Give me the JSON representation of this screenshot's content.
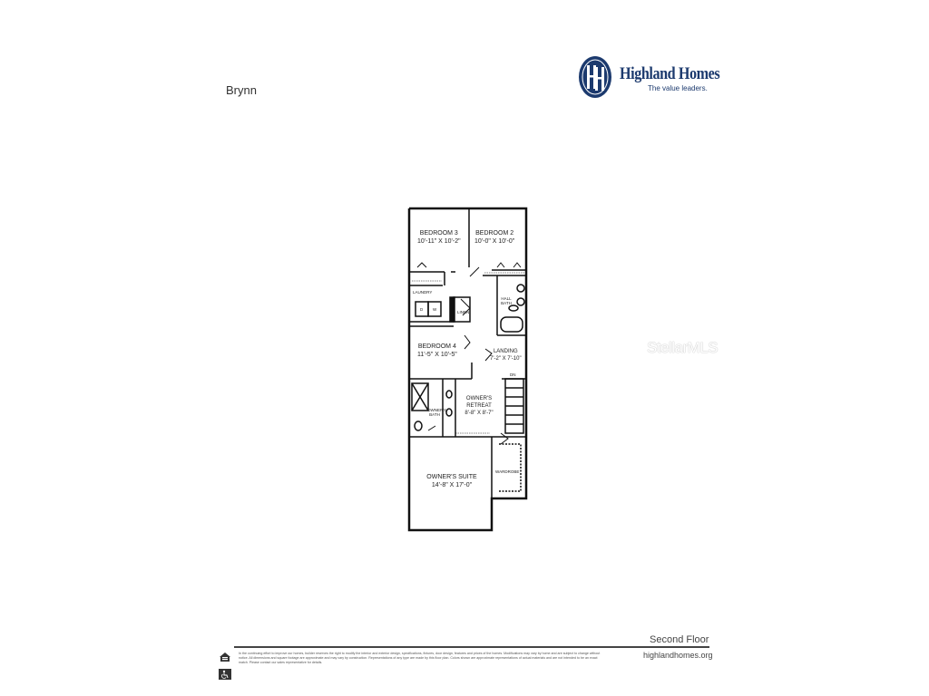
{
  "header": {
    "plan_name": "Brynn",
    "brand": {
      "logo_glyph": "HH",
      "name": "Highland Homes",
      "tagline": "The value leaders.",
      "color": "#1c3a6e"
    }
  },
  "watermark": "StellarMLS",
  "floor_plan": {
    "rooms": [
      {
        "name": "BEDROOM 3",
        "size": "10'-11\" X 10'-2\""
      },
      {
        "name": "BEDROOM 2",
        "size": "10'-0\" X 10'-0\""
      },
      {
        "name": "LAUNDRY",
        "size": ""
      },
      {
        "name": "HALL BATH",
        "size": ""
      },
      {
        "name": "LINEN",
        "size": ""
      },
      {
        "name": "BEDROOM 4",
        "size": "11'-5\" X 10'-5\""
      },
      {
        "name": "LANDING",
        "size": "7'-2\" X 7'-10\""
      },
      {
        "name": "OWNER'S BATH",
        "size": ""
      },
      {
        "name": "OWNER'S RETREAT",
        "size": "8'-8\" X 8'-7\""
      },
      {
        "name": "OWNER'S SUITE",
        "size": "14'-8\" X 17'-0\""
      },
      {
        "name": "WARDROBE",
        "size": ""
      }
    ],
    "fixtures": {
      "dryer": "D",
      "washer": "W",
      "stairs_direction": "DN",
      "linen_small": "LINEN"
    }
  },
  "footer": {
    "floor_name": "Second Floor",
    "website": "highlandhomes.org",
    "disclaimer": "In the continuing effort to improve our homes, builder reserves the right to modify the interior and exterior design, specifications, fixtures, door design, features and prices of the homes. Modifications may vary by home and are subject to change without notice. All dimensions and square footage are approximate and may vary by construction. Representations of any type are made by this floor plan. Colors shown are approximate representations of actual materials and are not intended to be an exact match. Please contact our sales representative for details.",
    "icons": [
      "equal-housing-icon",
      "accessibility-icon"
    ]
  }
}
